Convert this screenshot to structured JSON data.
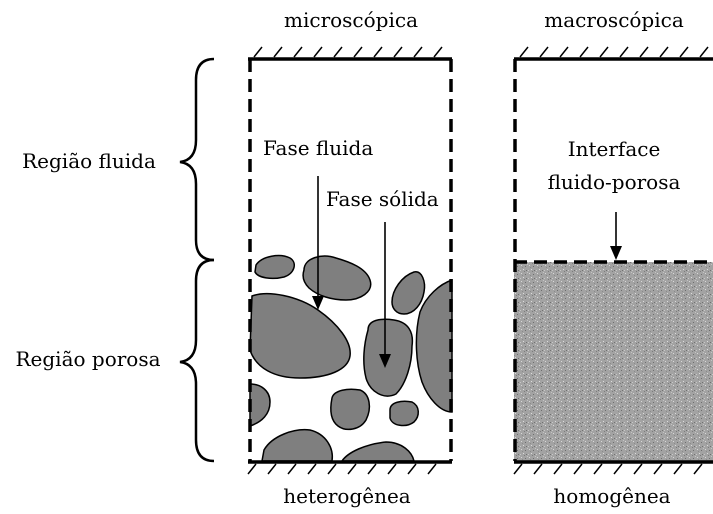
{
  "header": {
    "left_title": "microscópica",
    "right_title": "macroscópica"
  },
  "footer": {
    "left_caption": "heterogênea",
    "right_caption": "homogênea"
  },
  "regions": {
    "fluid_label": "Região fluida",
    "porous_label": "Região porosa"
  },
  "annotations": {
    "fluid_phase": "Fase fluida",
    "solid_phase": "Fase sólida",
    "interface_line1": "Interface",
    "interface_line2": "fluido-porosa"
  },
  "colors": {
    "grain_fill": "#7f7f7f",
    "porous_fill": "#a6a6a6",
    "line": "#000000",
    "background": "#ffffff"
  }
}
